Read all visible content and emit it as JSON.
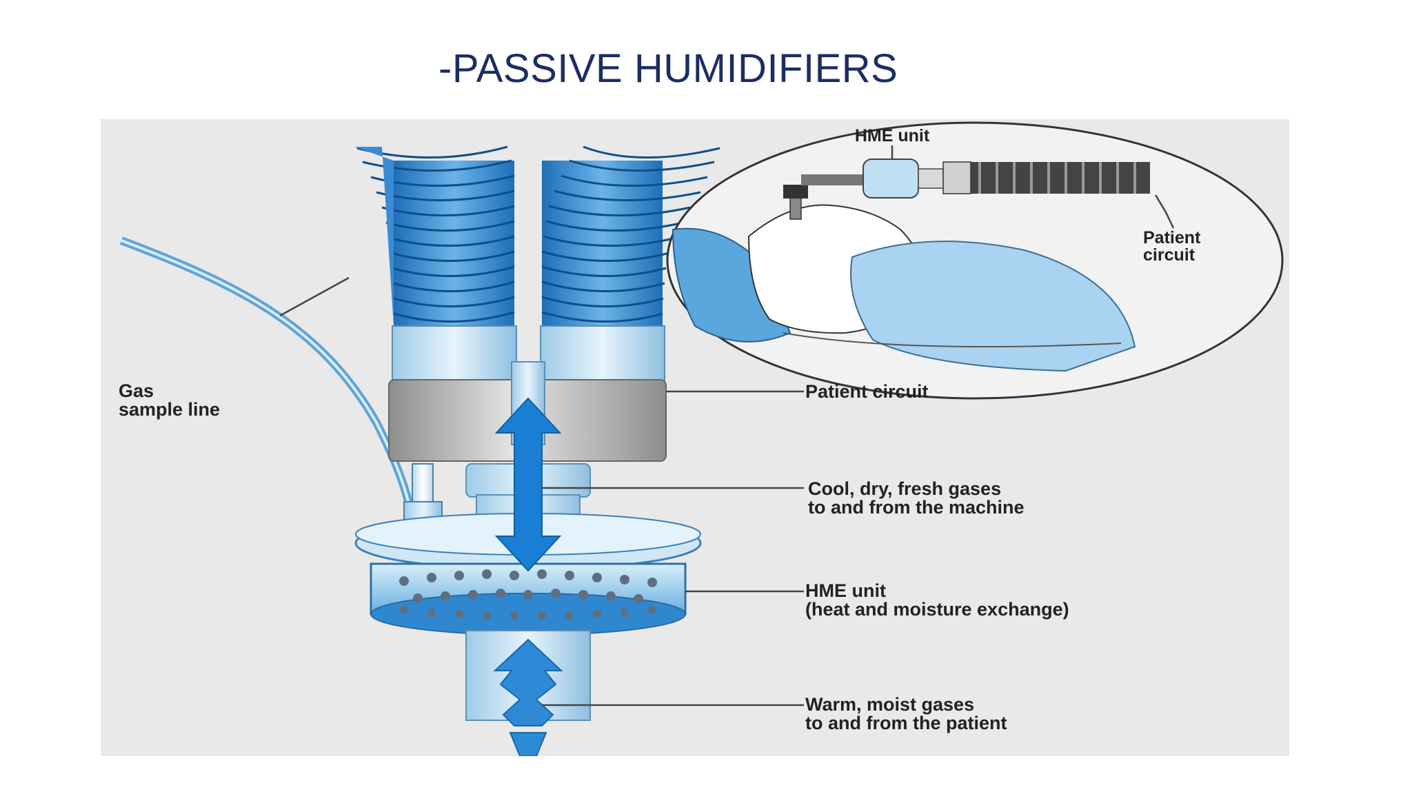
{
  "slide": {
    "title": "-PASSIVE HUMIDIFIERS"
  },
  "diagram": {
    "labels": {
      "gas_sample_line": [
        "Gas",
        "sample line"
      ],
      "patient_circuit": "Patient circuit",
      "cool_dry": [
        "Cool, dry, fresh gases",
        "to and from the machine"
      ],
      "hme_unit": [
        "HME unit",
        "(heat and moisture exchange)"
      ],
      "warm_moist": [
        "Warm, moist gases",
        "to and from the patient"
      ]
    },
    "inset": {
      "hme_unit": "HME unit",
      "patient_circuit": [
        "Patient",
        "circuit"
      ]
    }
  },
  "colors": {
    "title": "#1b2d63",
    "figure_bg": "#e9e9e9",
    "tube_blue": "#3c8fd6",
    "light_blue": "#bfe0f2",
    "arrow_blue": "#1a7fd4",
    "connector_grey": "#c8c8c8"
  }
}
